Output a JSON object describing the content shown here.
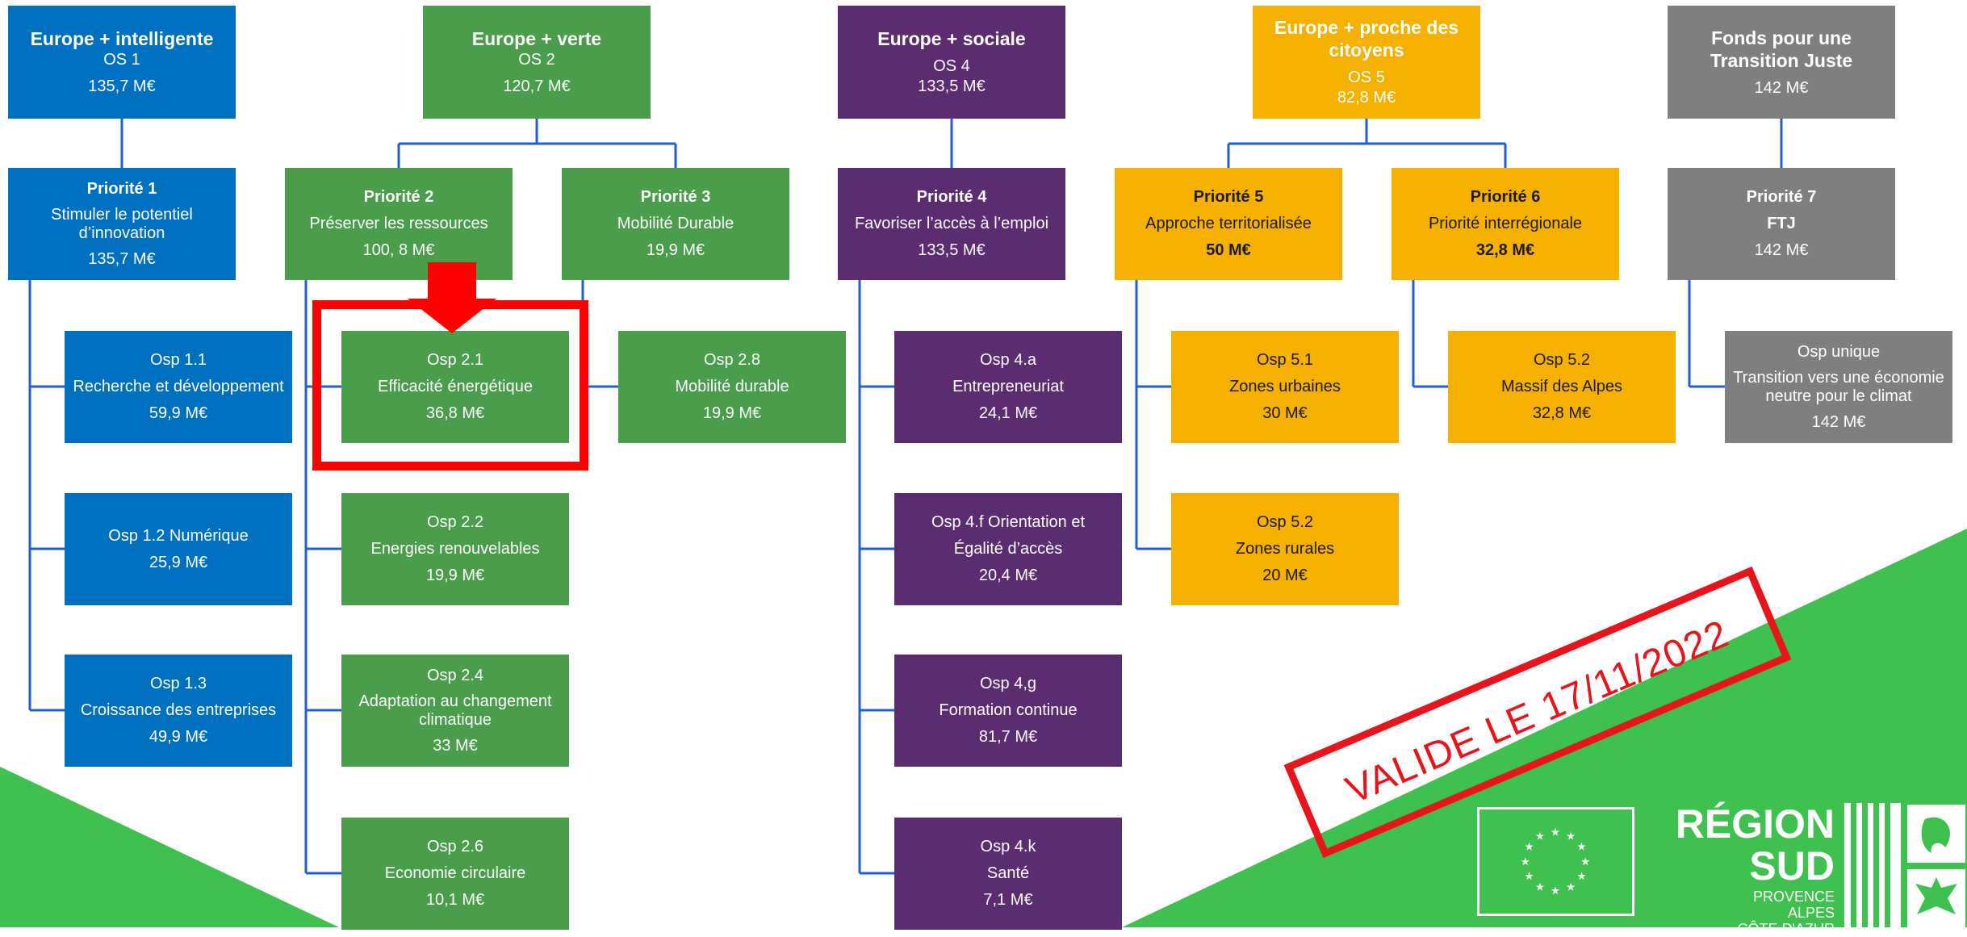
{
  "objectives": [
    {
      "title": "Europe + intelligente",
      "code": "OS 1",
      "amount": "135,7 M€"
    },
    {
      "title": "Europe + verte",
      "code": "OS 2",
      "amount": "120,7 M€"
    },
    {
      "title": "Europe + sociale",
      "code": "OS 4",
      "amount": "133,5 M€"
    },
    {
      "title": "Europe + proche des citoyens",
      "code": "OS 5",
      "amount": "82,8 M€"
    },
    {
      "title": "Fonds pour une Transition Juste",
      "amount": "142 M€"
    }
  ],
  "priorities": [
    {
      "title": "Priorité 1",
      "label": "Stimuler  le potentiel d’innovation",
      "amount": "135,7 M€"
    },
    {
      "title": "Priorité 2",
      "label": "Préserver les ressources",
      "amount": "100, 8 M€"
    },
    {
      "title": "Priorité 3",
      "label": "Mobilité  Durable",
      "amount": "19,9 M€"
    },
    {
      "title": "Priorité 4",
      "label": "Favoriser l’accès à l’emploi",
      "amount": "133,5 M€"
    },
    {
      "title": "Priorité 5",
      "label": "Approche territorialisée",
      "amount": "50 M€"
    },
    {
      "title": "Priorité 6",
      "label": "Priorité interrégionale",
      "amount": "32,8 M€"
    },
    {
      "title": "Priorité 7",
      "label": "FTJ",
      "amount": "142 M€"
    }
  ],
  "specific_objectives": {
    "osp_1_1": {
      "code": "Osp 1.1",
      "label": "Recherche et développement",
      "amount": "59,9 M€"
    },
    "osp_1_2": {
      "code": "Osp 1.2 Numérique",
      "amount": "25,9 M€"
    },
    "osp_1_3": {
      "code": "Osp 1.3",
      "label": "Croissance des entreprises",
      "amount": "49,9 M€"
    },
    "osp_2_1": {
      "code": "Osp 2.1",
      "label": "Efficacité énergétique",
      "amount": "36,8 M€"
    },
    "osp_2_2": {
      "code": "Osp 2.2",
      "label": "Energies renouvelables",
      "amount": "19,9 M€"
    },
    "osp_2_4": {
      "code": "Osp 2.4",
      "label": "Adaptation au changement climatique",
      "amount": "33 M€"
    },
    "osp_2_6": {
      "code": "Osp 2.6",
      "label": "Economie circulaire",
      "amount": "10,1 M€"
    },
    "osp_2_8": {
      "code": "Osp 2.8",
      "label": "Mobilité durable",
      "amount": "19,9 M€"
    },
    "osp_4_a": {
      "code": "Osp 4.a",
      "label": "Entrepreneuriat",
      "amount": "24,1 M€"
    },
    "osp_4_f": {
      "code": "Osp 4.f Orientation et",
      "label": "Égalité d’accès",
      "amount": "20,4 M€"
    },
    "osp_4_g": {
      "code": "Osp 4,g",
      "label": "Formation continue",
      "amount": "81,7 M€"
    },
    "osp_4_k": {
      "code": "Osp 4.k",
      "label": "Santé",
      "amount": "7,1 M€"
    },
    "osp_5_1": {
      "code": "Osp 5.1",
      "label": "Zones urbaines",
      "amount": "30 M€"
    },
    "osp_5_2_rural": {
      "code": "Osp 5.2",
      "label": "Zones rurales",
      "amount": "20 M€"
    },
    "osp_5_2_alpes": {
      "code": "Osp 5.2",
      "label": "Massif des Alpes",
      "amount": "32,8 M€"
    },
    "osp_unique": {
      "code": "Osp unique",
      "label": "Transition vers une économie neutre pour le climat",
      "amount": "142 M€"
    }
  },
  "stamp": {
    "text": "VALIDE LE 17/11/2022"
  },
  "logo": {
    "title_line1": "RÉGION",
    "title_line2": "SUD",
    "sub_line1": "PROVENCE",
    "sub_line2": "ALPES",
    "sub_line3": "CÔTE D'AZUR"
  },
  "colors": {
    "intelligente": "#0070c0",
    "verte": "#4a9d4b",
    "sociale": "#5b2d70",
    "citoyens": "#f5b000",
    "ftj": "#7f7f7f",
    "background_green": "#3fc14f",
    "stamp_red": "#e8141c",
    "highlight_red": "#ff0000",
    "connector_blue": "#1f5fd1"
  }
}
